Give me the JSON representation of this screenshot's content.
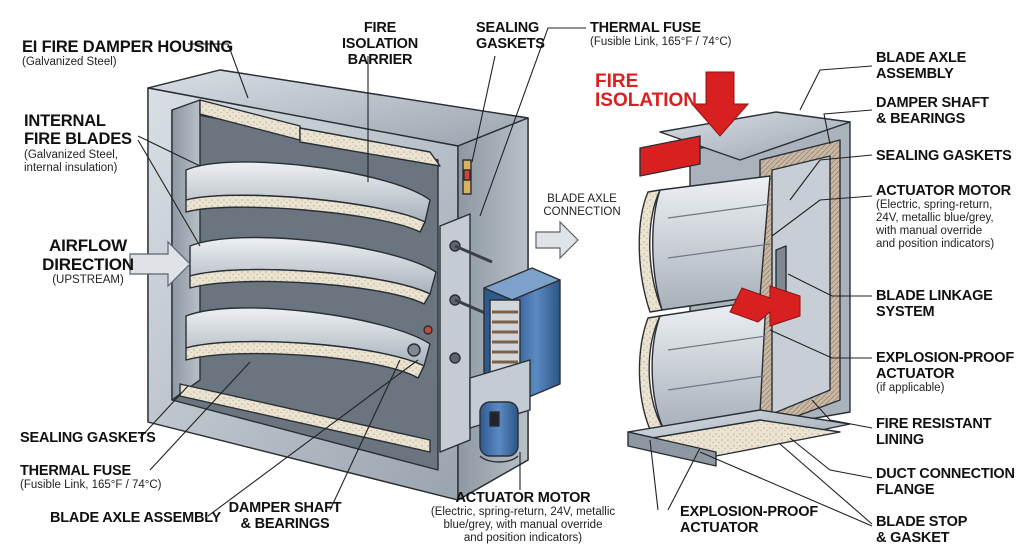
{
  "colors": {
    "steel": "#b9c2cb",
    "steel_dark": "#6f7983",
    "insulation": "#e8e1cf",
    "actuator_blue": "#3e6ea8",
    "fire_red": "#d92020",
    "leader": "#222222"
  },
  "labels": {
    "ei_housing": {
      "title": "EI FIRE DAMPER HOUSING",
      "sub": "(Galvanized Steel)"
    },
    "internal_blades": {
      "title": "INTERNAL\nFIRE BLADES",
      "sub": "(Galvanized Steel,\n internal insulation)"
    },
    "airflow": {
      "title": "AIRFLOW\nDIRECTION",
      "sub": "(UPSTREAM)"
    },
    "sealing_gaskets_left": {
      "title": "SEALING GASKETS"
    },
    "thermal_fuse_left": {
      "title": "THERMAL FUSE",
      "sub": "(Fusible Link, 165°F / 74°C)"
    },
    "blade_axle_left": {
      "title": "BLADE AXLE ASSEMBLY"
    },
    "damper_shaft_bottom": {
      "title": "DAMPER SHAFT\n& BEARINGS"
    },
    "actuator_bottom": {
      "title": "ACTUATOR MOTOR",
      "sub": "(Electric, spring-return, 24V, metallic\nblue/grey, with manual override\nand position indicators)"
    },
    "fire_isolation_barrier": {
      "title": "FIRE ISOLATION\nBARRIER"
    },
    "sealing_gaskets_top": {
      "title": "SEALING\nGASKETS"
    },
    "thermal_fuse_top": {
      "title": "THERMAL FUSE",
      "sub": "(Fusible Link, 165°F / 74°C)"
    },
    "blade_axle_connection": {
      "text": "BLADE AXLE\nCONNECTION"
    },
    "fire_isolation": {
      "text": "FIRE\nISOLATION"
    },
    "explosion_proof_bottom": {
      "title": "EXPLOSION-PROOF\nACTUATOR"
    },
    "right": {
      "blade_axle": {
        "title": "BLADE AXLE\nASSEMBLY"
      },
      "damper_shaft": {
        "title": "DAMPER SHAFT\n& BEARINGS"
      },
      "sealing_gaskets": {
        "title": "SEALING GASKETS"
      },
      "actuator_motor": {
        "title": "ACTUATOR MOTOR",
        "sub": "(Electric, spring-return,\n24V, metallic blue/grey,\nwith manual override\nand position indicators)"
      },
      "blade_linkage": {
        "title": "BLADE LINKAGE\nSYSTEM"
      },
      "explosion_proof": {
        "title": "EXPLOSION-PROOF\nACTUATOR",
        "sub": "(if applicable)"
      },
      "fire_lining": {
        "title": "FIRE RESISTANT\nLINING"
      },
      "duct_flange": {
        "title": "DUCT CONNECTION\nFLANGE"
      },
      "blade_stop": {
        "title": "BLADE STOP\n& GASKET"
      }
    }
  }
}
